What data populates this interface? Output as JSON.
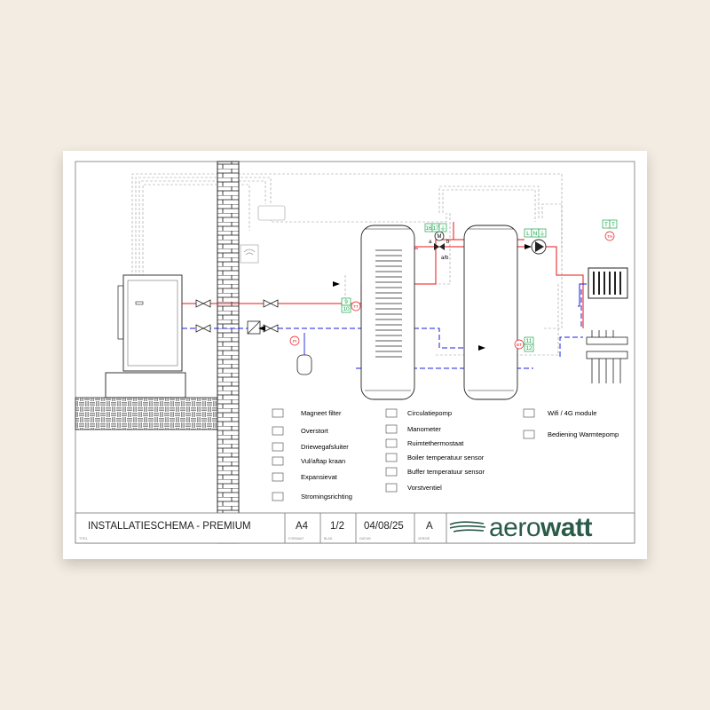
{
  "colors": {
    "supply": "#e8141a",
    "return": "#1a1ee0",
    "sensor_green": "#1aa64a",
    "control_grey": "#9a9a9a",
    "brand_green": "#2b5b49",
    "cold_water": "#1ab8e8"
  },
  "legend": [
    {
      "icon": "magnet-filter-icon",
      "label": "Magneet filter"
    },
    {
      "icon": "overflow-valve-icon",
      "label": "Overstort"
    },
    {
      "icon": "three-way-valve-icon",
      "label": "Driewegafsluiter"
    },
    {
      "icon": "fill-drain-tap-icon",
      "label": "Vul/aftap kraan"
    },
    {
      "icon": "expansion-vessel-icon",
      "label": "Expansievat"
    },
    {
      "icon": "flow-direction-icon",
      "label": "Stromingsrichting"
    },
    {
      "icon": "circulation-pump-icon",
      "label": "Circulatiepomp"
    },
    {
      "icon": "manometer-icon",
      "label": "Manometer"
    },
    {
      "icon": "room-thermostat-icon",
      "label": "Ruimtethermostaat"
    },
    {
      "icon": "boiler-sensor-icon",
      "label": "Boiler temperatuur sensor"
    },
    {
      "icon": "buffer-sensor-icon",
      "label": "Buffer temperatuur sensor"
    },
    {
      "icon": "frost-valve-icon",
      "label": "Vorstventiel"
    },
    {
      "icon": "wifi-module-icon",
      "label": "Wifi / 4G module"
    },
    {
      "icon": "heatpump-control-icon",
      "label": "Bediening Warmtepomp"
    }
  ],
  "diagram_labels": {
    "boiler_top_terminals": [
      "16",
      "17",
      "⏚"
    ],
    "pump_terminals": [
      "L",
      "N",
      "⏚"
    ],
    "thermostat_terminals": [
      "T",
      "T"
    ],
    "boiler_sensor_terminals": [
      "9",
      "10"
    ],
    "buffer_sensor_terminals": [
      "11",
      "12"
    ],
    "valve_port_a": "a",
    "valve_port_b": "b",
    "valve_port_ab": "a/b",
    "motor_symbol": "M",
    "sensor_pi": "PI",
    "sensor_tt": "TT",
    "sensor_bt": "BT",
    "sensor_th": "TH"
  },
  "title_block": {
    "title": "INSTALLATIESCHEMA - PREMIUM",
    "title_caption": "TITEL",
    "format": "A4",
    "format_caption": "FORMAAT",
    "sheet": "1/2",
    "sheet_caption": "BLAD",
    "date": "04/08/25",
    "date_caption": "DATUM",
    "version": "A",
    "version_caption": "VERSIE",
    "brand_light": "aero",
    "brand_bold": "watt"
  }
}
